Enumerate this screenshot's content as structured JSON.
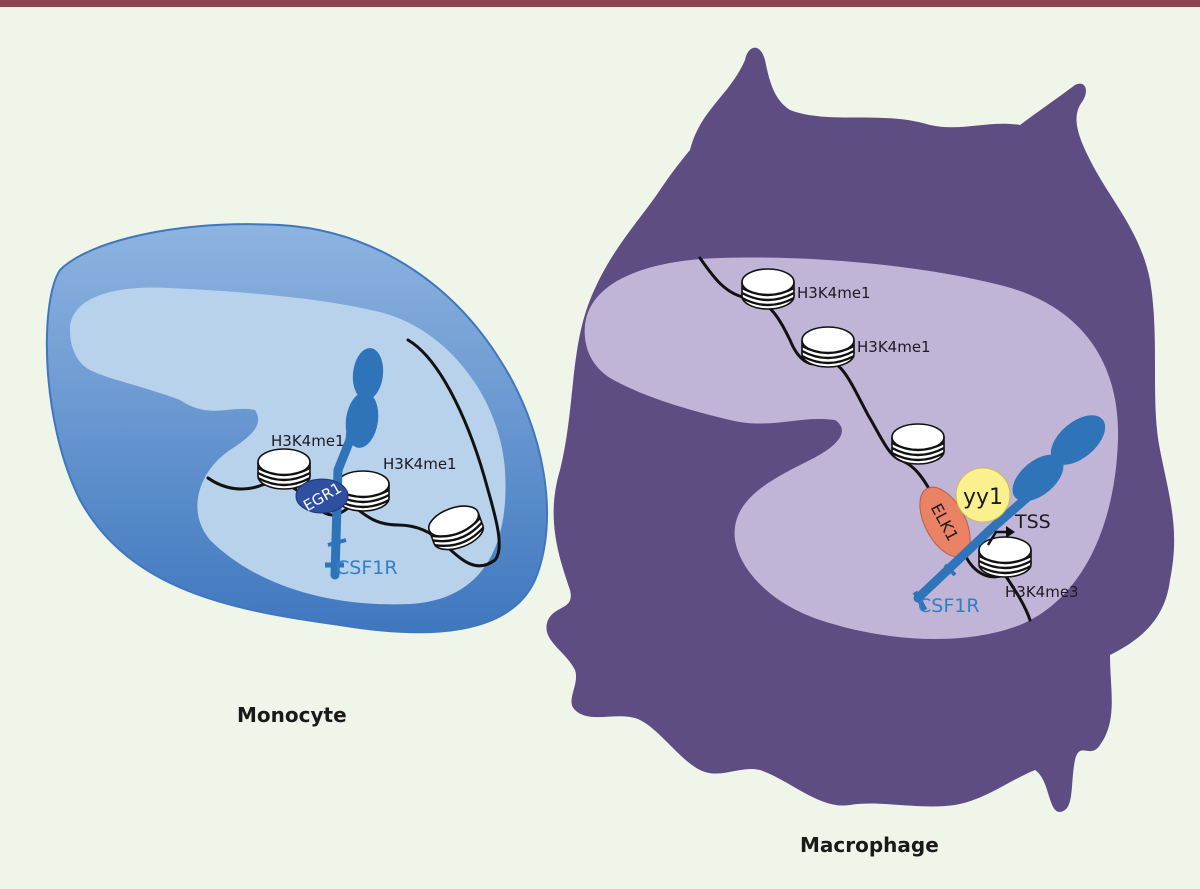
{
  "colors": {
    "background": "#eff5e9",
    "top_rule": "#8e4452",
    "monocyte_cytoplasm": "#4a80c4",
    "monocyte_nucleus": "#b8d2ec",
    "macrophage_cytoplasm": "#5e4d83",
    "macrophage_nucleus": "#c0b5d6",
    "receptor_blue": "#2f73b8",
    "egr1": "#2f4fa0",
    "elk1": "#ea8266",
    "yy1": "#fbf08e"
  },
  "monocyte": {
    "caption": "Monocyte",
    "gene_label": "CSF1R",
    "factor_label": "EGR1",
    "marks": [
      "H3K4me1",
      "H3K4me1"
    ]
  },
  "macrophage": {
    "caption": "Macrophage",
    "gene_label": "CSF1R",
    "factor_elk1": "ELK1",
    "factor_yy1": "yy1",
    "tss_label": "TSS",
    "marks": [
      "H3K4me1",
      "H3K4me1",
      "H3K4me3"
    ]
  }
}
